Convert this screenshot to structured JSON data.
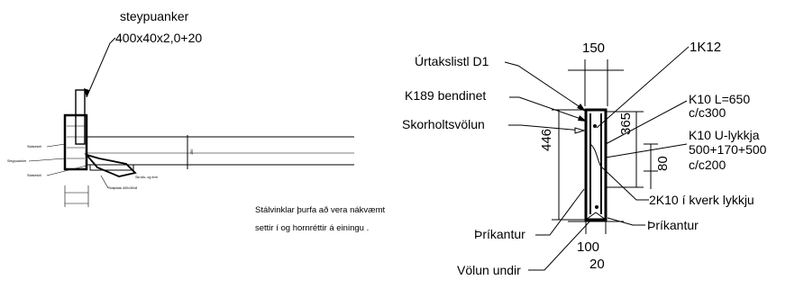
{
  "left_view": {
    "anchor_label_line1": "steypuanker",
    "anchor_label_line2": "400x40x2,0+20",
    "note_line1": "Stálvinklar þurfa að vera nákvæmt",
    "note_line2": "settir í og hornréttir á einingu .",
    "small_labels": [
      "Stálvinkill",
      "Steypuanker",
      "Stálvinkill",
      "Stálplata 400x30x8",
      "Skrúfu- og límt"
    ]
  },
  "section_view": {
    "dim_top": "150",
    "dim_height_left": "446",
    "dim_height_right": "365",
    "dim_80": "80",
    "dim_bottom_100": "100",
    "dim_bottom_20": "20",
    "labels": {
      "urtakslisti": "Úrtakslistl D1",
      "k189": "K189 bendinet",
      "skorholt": "Skorholtsvölun",
      "k12": "1K12",
      "k10_l_line1": "K10 L=650",
      "k10_l_line2": "c/c300",
      "k10_u_line1": "K10 U-lykkja",
      "k10_u_line2": "500+170+500",
      "k10_u_line3": "c/c200",
      "k10_kverk": "2K10 í kverk lykkju",
      "thrikantur_left": "Þríkantur",
      "thrikantur_right": "Þríkantur",
      "volun_undir": "Völun undir"
    }
  }
}
